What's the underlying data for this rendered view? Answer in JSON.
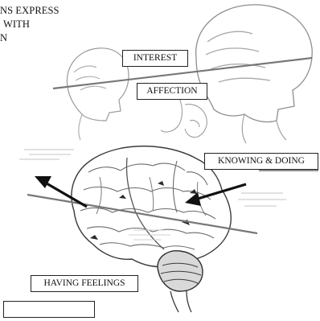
{
  "title_lines": [
    "NS EXPRESS",
    "WITH",
    "N"
  ],
  "labels": {
    "interest": "INTEREST",
    "affection": "AFFECTION",
    "knowing_doing": "KNOWING & DOING",
    "having_feelings": "HAVING FEELINGS",
    "blank": ""
  },
  "icons": [
    "head-profile-icon",
    "brain-icon",
    "arrow-icon"
  ],
  "colors": {
    "stroke": "#1a1a1a",
    "divider": "#777777",
    "sketch": "#9a9a9a",
    "faint_text": "#bdbdbd"
  }
}
